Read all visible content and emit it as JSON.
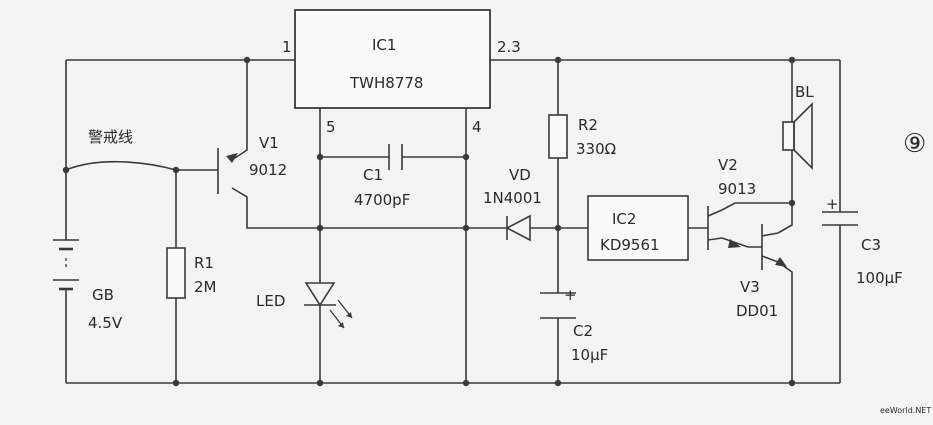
{
  "diagram": {
    "figure_number": "⑨",
    "watermark": "eeWorld.NET",
    "ic1": {
      "ref": "IC1",
      "part": "TWH8778",
      "pin1": "1",
      "pin23": "2.3",
      "pin5": "5",
      "pin4": "4"
    },
    "tripwire_label": "警戒线",
    "v1": {
      "ref": "V1",
      "part": "9012"
    },
    "c1": {
      "ref": "C1",
      "value": "4700pF"
    },
    "r2": {
      "ref": "R2",
      "value": "330Ω"
    },
    "vd": {
      "ref": "VD",
      "part": "1N4001"
    },
    "ic2": {
      "ref": "IC2",
      "part": "KD9561"
    },
    "v2": {
      "ref": "V2",
      "part": "9013"
    },
    "v3": {
      "ref": "V3",
      "part": "DD01"
    },
    "bl": {
      "ref": "BL"
    },
    "c3": {
      "ref": "C3",
      "value": "100μF"
    },
    "gb": {
      "ref": "GB",
      "value": "4.5V"
    },
    "r1": {
      "ref": "R1",
      "value": "2M"
    },
    "led": {
      "ref": "LED"
    },
    "c2": {
      "ref": "C2",
      "value": "10μF"
    }
  }
}
